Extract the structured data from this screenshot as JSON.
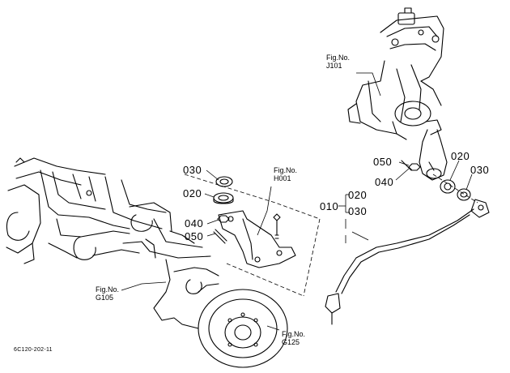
{
  "callouts": {
    "c030_top": "030",
    "c020_top": "020",
    "c040_left": "040",
    "c050_left": "050",
    "c050_right": "050",
    "c040_right": "040",
    "c020_right": "020",
    "c030_right": "030",
    "c010": "010",
    "c020_group": "020",
    "c030_group": "030"
  },
  "figures": {
    "fig_label": "Fig.No.",
    "j101": "J101",
    "h001": "H001",
    "g105": "G105",
    "g125": "G125"
  },
  "diagram_code": "6C120-202-11"
}
